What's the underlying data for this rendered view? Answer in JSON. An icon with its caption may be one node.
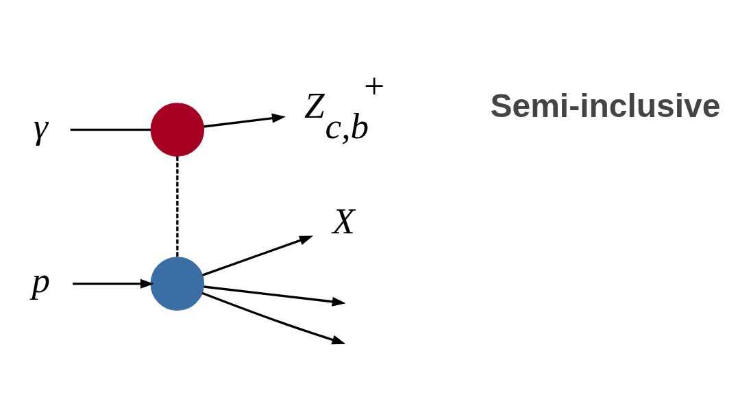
{
  "diagram": {
    "nodes": [
      {
        "text": [
          "γ"
        ]
      },
      {
        "text": [
          "Z$_{c,b}$$^{+}$"
        ]
      },
      {
        "text": [],
        "shape": "circle"
      },
      {
        "text": [],
        "shape": "circle"
      },
      {
        "text": [
          "p"
        ]
      },
      {
        "text": [
          "X"
        ]
      }
    ],
    "edges": [
      {
        "from": 0,
        "to": 2,
        "arrow": "none"
      },
      {
        "from": 2,
        "to": 1,
        "arrow": "to"
      },
      {
        "from": 2,
        "to": 3,
        "arrow": "none",
        "style": "dashed"
      },
      {
        "from": 4,
        "to": 3,
        "arrow": "to"
      },
      {
        "from": 3,
        "to": null,
        "arrow": "to"
      },
      {
        "from": 3,
        "to": 5,
        "arrow": "to"
      },
      {
        "from": 3,
        "to": null,
        "arrow": "to"
      }
    ],
    "labels": [
      "Semi-inclusive"
    ]
  }
}
